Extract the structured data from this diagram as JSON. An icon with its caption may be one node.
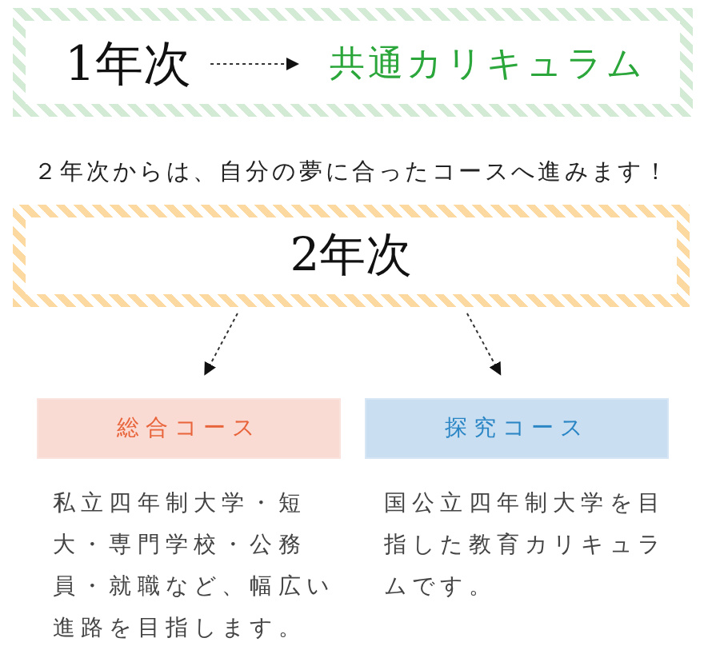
{
  "diagram": {
    "nodes": [
      {
        "text": [],
        "shape": "box"
      },
      {
        "text": [
          "1年次"
        ],
        "in": 0
      },
      {
        "text": [
          "共通カリキュラム"
        ],
        "in": 0
      },
      {
        "text": [
          "2年次"
        ]
      },
      {
        "text": [
          "総合コース"
        ],
        "beside": [
          "私立四年制大学・短大・専門学校・公務員・就職など、幅広い進路を目指します。"
        ]
      },
      {
        "text": [
          "探究コース"
        ],
        "beside": [
          "国公立四年制大学を目指した教育カリキュラムです。"
        ]
      }
    ],
    "edges": [
      {
        "from": 1,
        "to": 2,
        "arrow": "to",
        "style": "dashed"
      },
      {
        "from": 3,
        "to": 4,
        "arrow": "to",
        "style": "dashed"
      },
      {
        "from": 3,
        "to": 5,
        "arrow": "to",
        "style": "dashed"
      }
    ],
    "labels": [
      "２年次からは、自分の夢に合ったコースへ進みます！"
    ]
  }
}
